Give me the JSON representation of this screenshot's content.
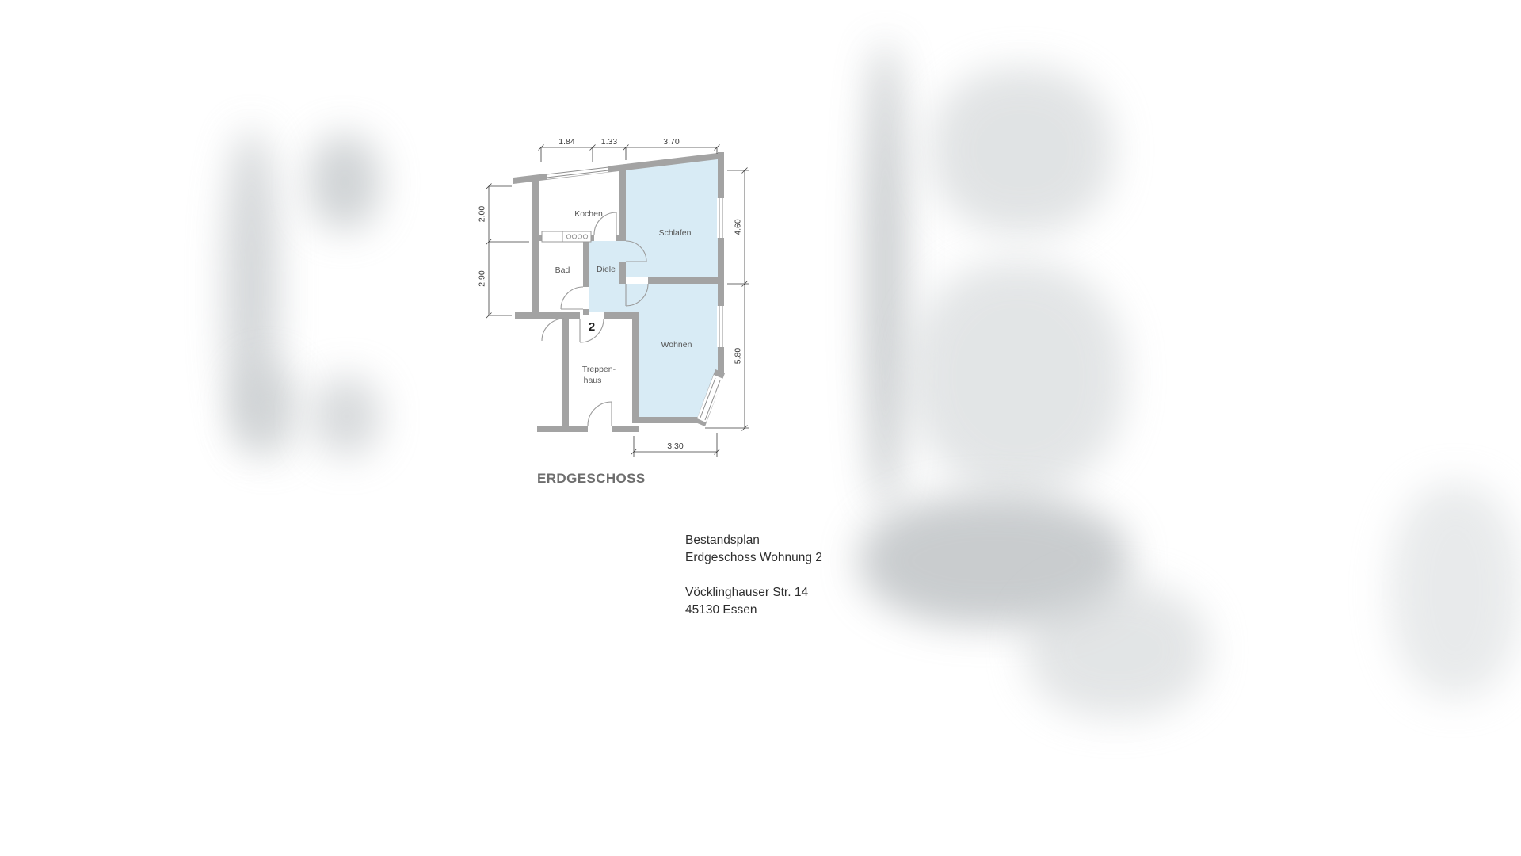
{
  "title": "ERDGESCHOSS",
  "info": {
    "line1": "Bestandsplan",
    "line2": "Erdgeschoss Wohnung 2",
    "line3": "Vöcklinghauser Str. 14",
    "line4": "45130 Essen"
  },
  "rooms": {
    "kochen": "Kochen",
    "schlafen": "Schlafen",
    "bad": "Bad",
    "diele": "Diele",
    "wohnen": "Wohnen",
    "treppenhaus_line1": "Treppen-",
    "treppenhaus_line2": "haus",
    "unit_number": "2"
  },
  "dimensions": {
    "top": [
      "1.84",
      "1.33",
      "3.70"
    ],
    "left": [
      "2.00",
      "2.90"
    ],
    "right": [
      "4.60",
      "5.80"
    ],
    "bottom": [
      "3.30"
    ]
  },
  "colors": {
    "room_highlight": "#d8ebf5",
    "wall": "#a3a3a3",
    "dim_text": "#3c3c3c",
    "room_label": "#565656",
    "title_text": "#6e6e6e",
    "info_text": "#2e2e2e"
  }
}
